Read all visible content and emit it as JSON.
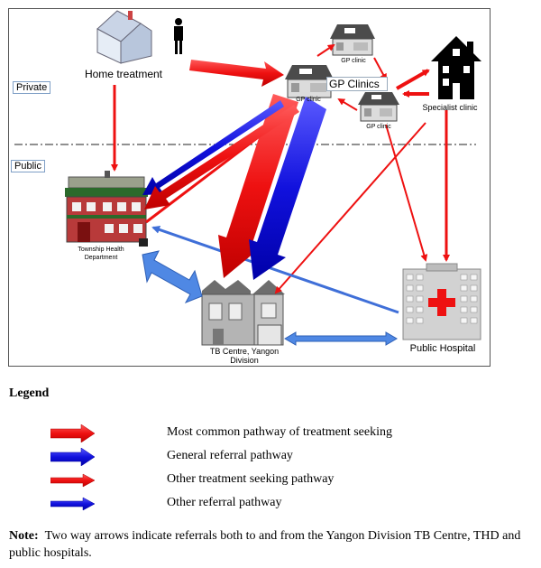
{
  "diagram": {
    "zones": {
      "private": "Private",
      "public": "Public"
    },
    "nodes": {
      "home_treatment": "Home treatment",
      "gp_clinics": "GP Clinics",
      "gp_clinic_main": "GP clinic",
      "gp_clinic_top": "GP clinic",
      "gp_clinic_right": "GP clinic",
      "specialist_clinic": "Specialist clinic",
      "township_health_department": "Township Health Department",
      "tb_centre": "TB Centre, Yangon Division",
      "public_hospital": "Public Hospital"
    },
    "colors": {
      "red": "#ee1111",
      "blue": "#1111dd",
      "light_blue": "#3f6fd8"
    }
  },
  "legend": {
    "title": "Legend",
    "items": [
      {
        "label": "Most common pathway of treatment seeking",
        "color": "#ee1111"
      },
      {
        "label": "General referral pathway",
        "color": "#1111dd"
      },
      {
        "label": "Other treatment seeking pathway",
        "color": "#ee1111"
      },
      {
        "label": "Other referral pathway",
        "color": "#1111dd"
      }
    ]
  },
  "note": {
    "label": "Note:",
    "text": "Two way arrows indicate referrals both to and from the Yangon Division TB Centre, THD and public hospitals."
  }
}
